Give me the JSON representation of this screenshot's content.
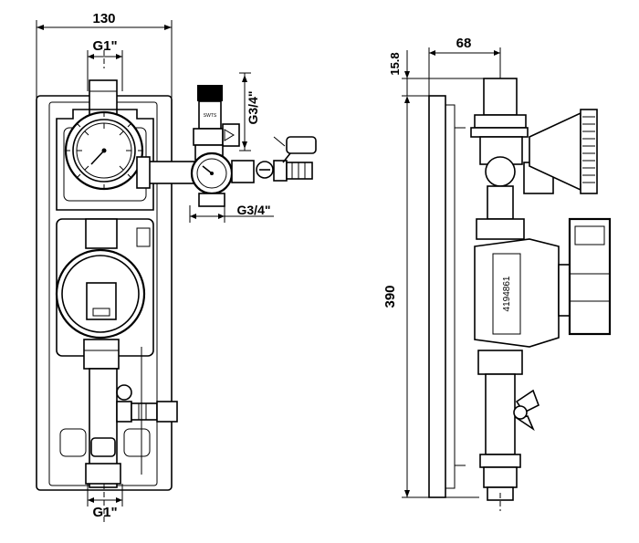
{
  "front_view": {
    "width_dim": "130",
    "top_thread": "G1\"",
    "bottom_thread": "G1\"",
    "valve_thread_vertical": "G3/4\"",
    "valve_thread_horizontal": "G3/4\""
  },
  "side_view": {
    "depth_dim": "68",
    "top_offset_dim": "15.8",
    "height_dim": "390"
  },
  "labels": {
    "pump_code": "4194861"
  },
  "colors": {
    "ink": "#000000",
    "paper": "#ffffff"
  }
}
